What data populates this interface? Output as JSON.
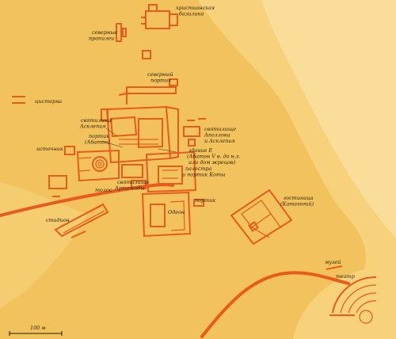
{
  "map": {
    "colors": {
      "background": "#f2c35c",
      "hill": "#f7d27a",
      "hill_light": "#fae0a0",
      "ruins": "#ea5a1c",
      "text": "#2b1c0c"
    },
    "labels": {
      "basilica": [
        "христианская",
        "базилика"
      ],
      "north_propylaea": [
        "северные",
        "пропилеи"
      ],
      "north_portico": [
        "северный",
        "портик"
      ],
      "cistern": "цистерна",
      "asklepios_sanctuary": [
        "святилище",
        "Асклепия"
      ],
      "abaton_portico": [
        "портик",
        "(Абатон)"
      ],
      "apollo_sanctuary": [
        "святилище",
        "Аполлона",
        "и Асклепия"
      ],
      "spring": "источник",
      "building_e": [
        "здание Е",
        "(Абатон V в. до н.э.",
        "или дом жрецов)"
      ],
      "palaestra": [
        "палестра",
        "и портик Коты"
      ],
      "tholos": "толос",
      "artemis_sanctuary": [
        "святилище",
        "Артемиды"
      ],
      "portico": "портик",
      "odeon": "Одеон",
      "hotel": [
        "гостиница",
        "(Катагогий)"
      ],
      "stadium": "стадион",
      "museum": "музей",
      "theatre": "театр"
    },
    "scale": {
      "label": "100 м"
    }
  }
}
